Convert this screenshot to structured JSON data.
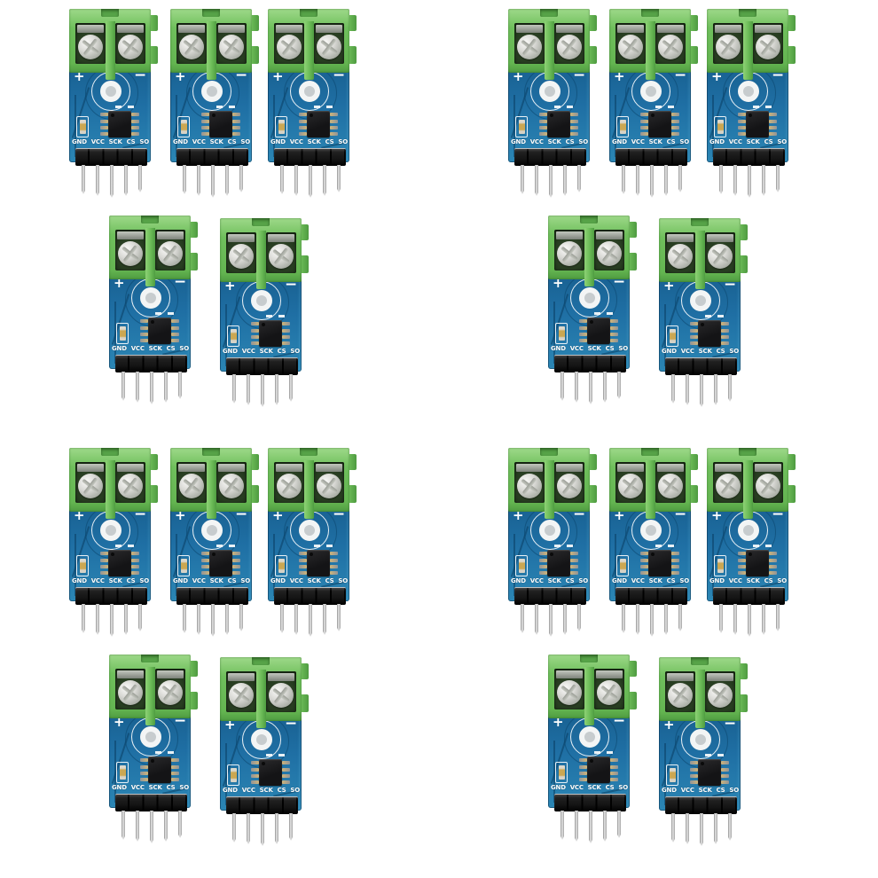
{
  "scene": {
    "background_color": "#ffffff",
    "groups": 4,
    "modules_per_group": 5,
    "group_arrangement": {
      "top_row": 3,
      "bottom_row": 2
    }
  },
  "module": {
    "pin_labels": [
      "GND",
      "VCC",
      "SCK",
      "CS",
      "SO"
    ],
    "polarity_plus": "+",
    "polarity_minus": "−",
    "colors": {
      "background": "#ffffff",
      "pcb_blue": "#1f6fa4",
      "pcb_blue_dark": "#155a85",
      "terminal_green": "#6fbf5c",
      "terminal_green_light": "#9ed989",
      "terminal_green_dark": "#4f9c41",
      "screw_silver": "#d8d8d4",
      "header_black": "#141414",
      "pin_silver": "#a2a2a2",
      "silkscreen_white": "#ffffff",
      "chip_black": "#1b1b1d",
      "pad_gold": "#cfb57a"
    }
  }
}
